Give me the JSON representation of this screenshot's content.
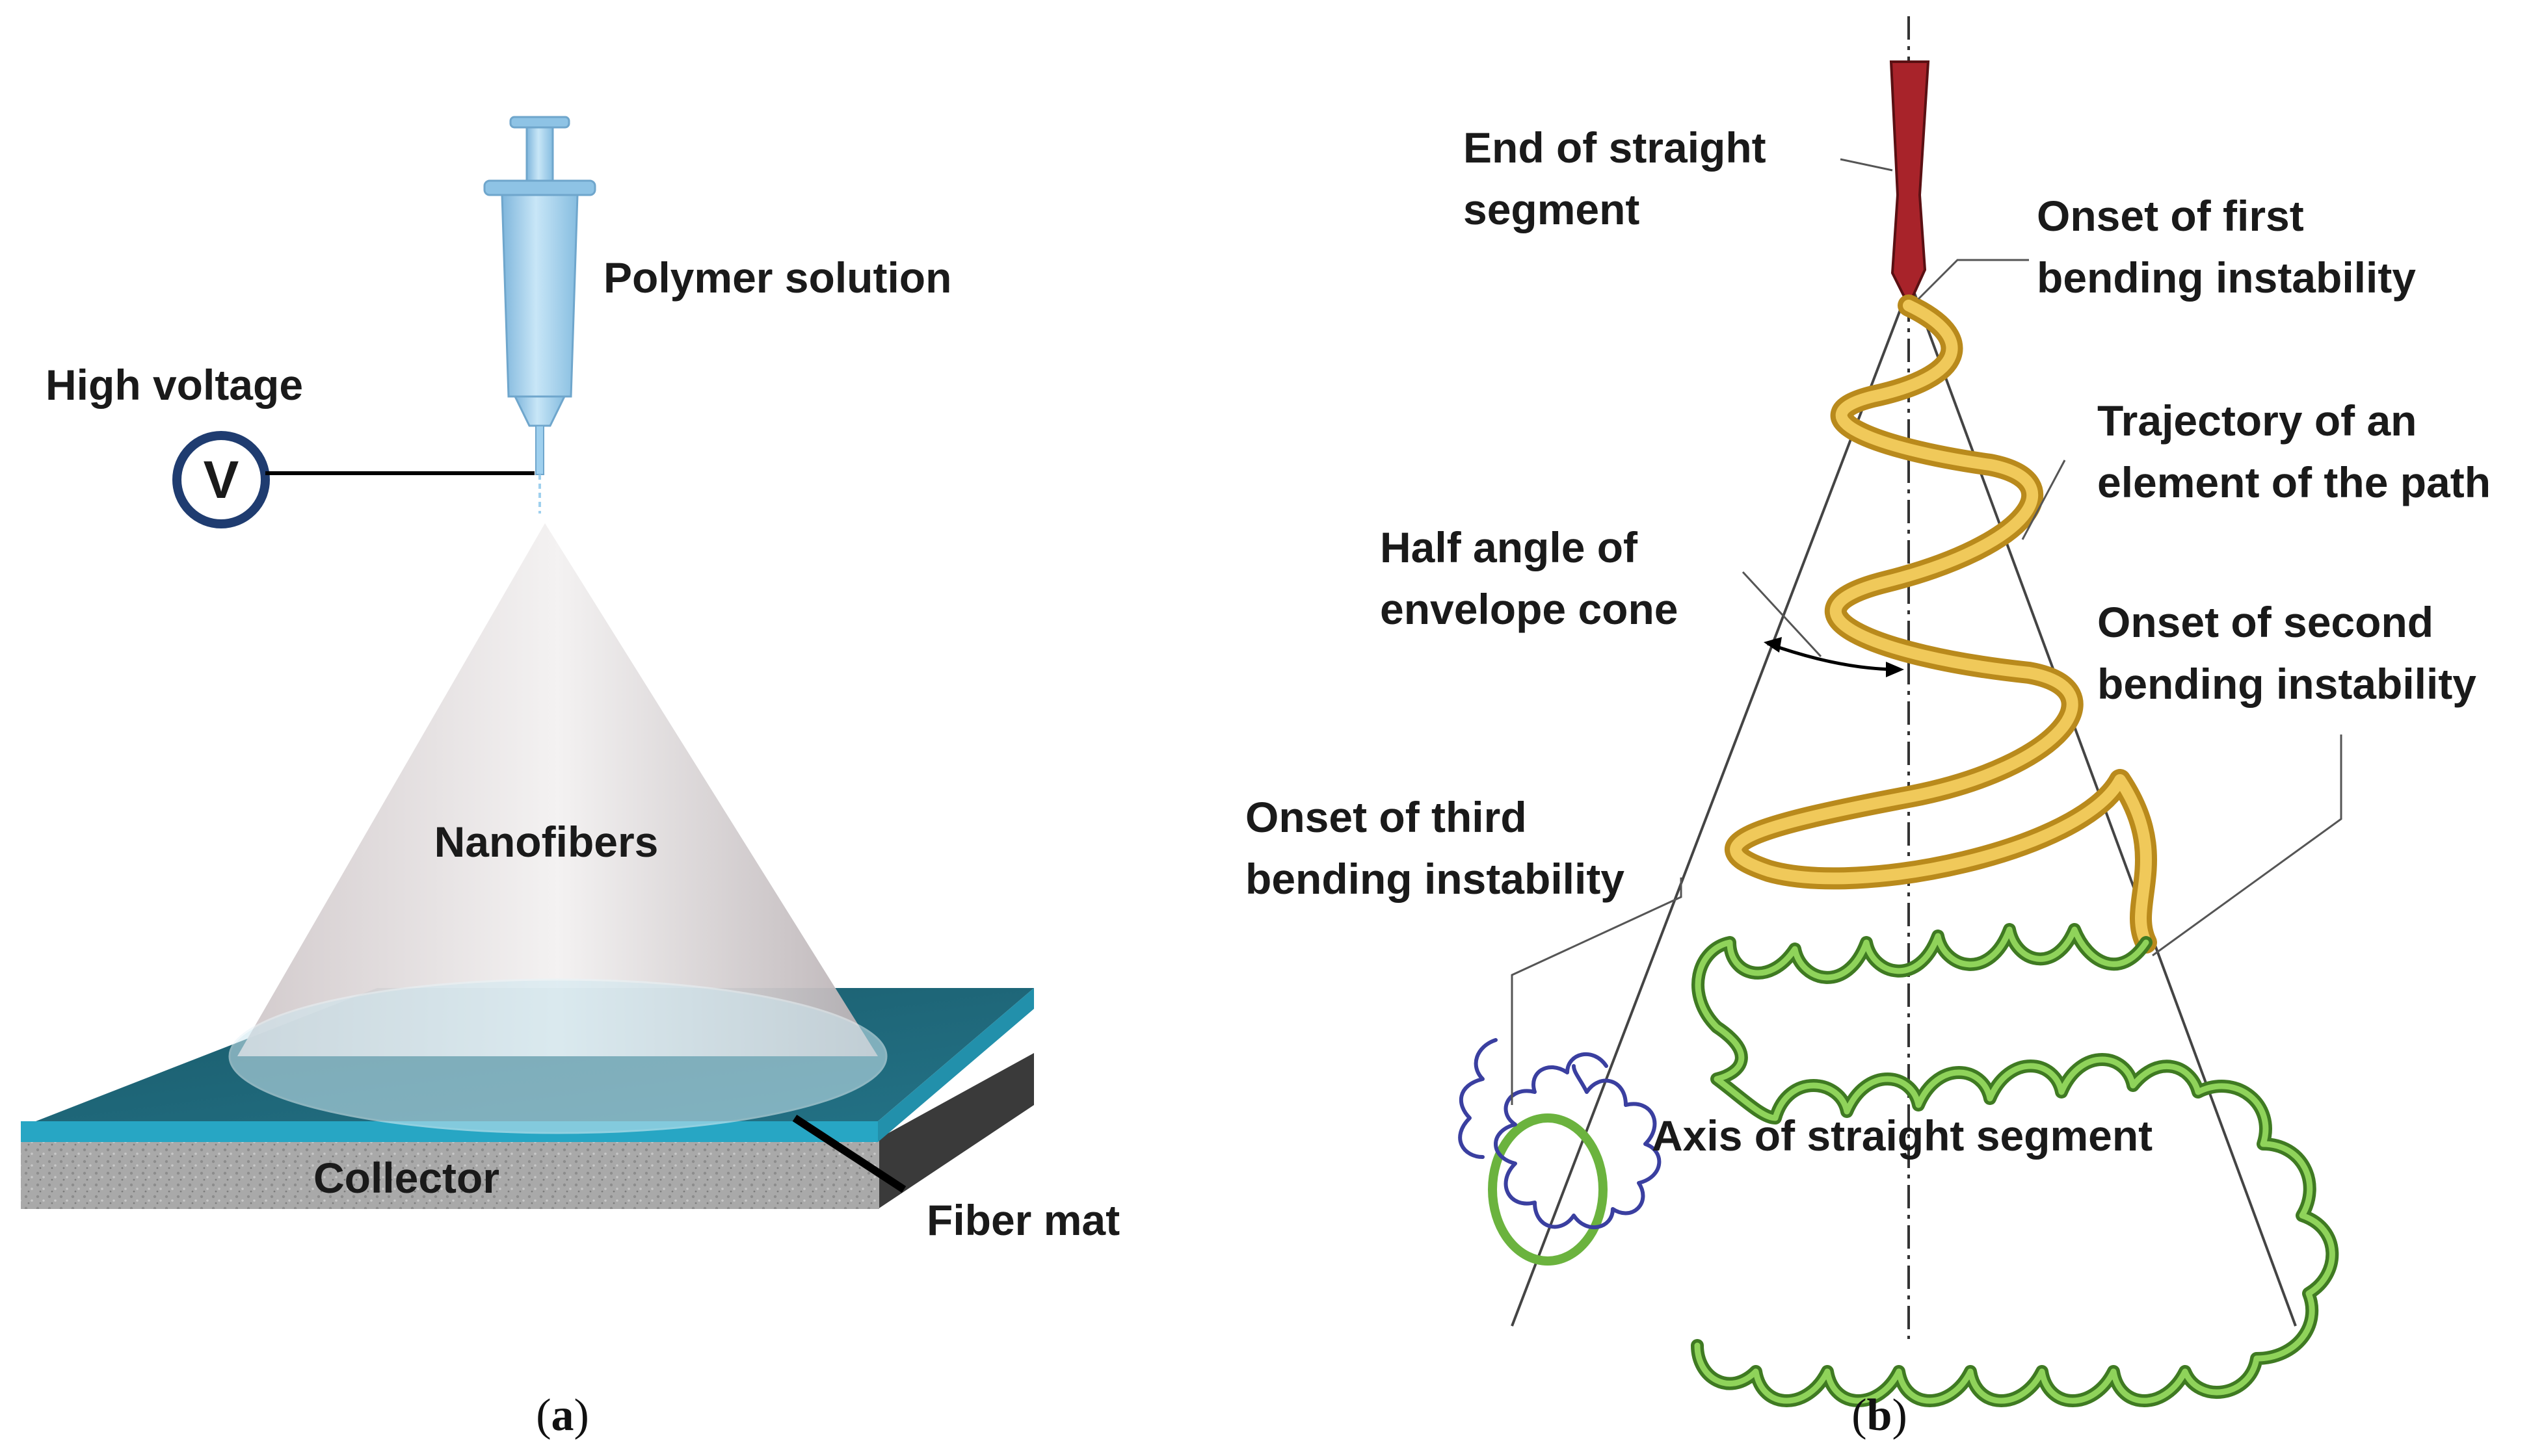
{
  "panel_a": {
    "labels": {
      "polymer_solution": "Polymer solution",
      "high_voltage": "High voltage",
      "voltage_symbol": "V",
      "nanofibers": "Nanofibers",
      "collector": "Collector",
      "fiber_mat": "Fiber mat"
    },
    "caption": {
      "open": "(",
      "letter": "a",
      "close": ")"
    },
    "colors": {
      "syringe": "#a9d4ef",
      "needle": "#9fd0ee",
      "cone": "#d2cbcd",
      "fiber_mat_top": "#1d6273",
      "fiber_mat_edge": "#27a6c4",
      "collector_body": "#a9a9a9",
      "voltage_ring": "#1f3c70"
    }
  },
  "panel_b": {
    "labels": {
      "end_straight_line1": "End of straight",
      "end_straight_line2": "segment",
      "onset_first_line1": "Onset of first",
      "onset_first_line2": "bending instability",
      "trajectory_line1": "Trajectory of an",
      "trajectory_line2": "element of the path",
      "half_angle_line1": "Half angle of",
      "half_angle_line2": "envelope cone",
      "onset_second_line1": "Onset of second",
      "onset_second_line2": "bending instability",
      "onset_third_line1": "Onset of third",
      "onset_third_line2": "bending instability",
      "axis_label": "Axis of straight segment"
    },
    "caption": {
      "open": "(",
      "letter": "b",
      "close": ")"
    },
    "colors": {
      "straight_segment": "#a8232a",
      "first_helix": "#e7b83c",
      "second_loops": "#7ec84d",
      "third_loops": "#3a3fa0"
    }
  }
}
